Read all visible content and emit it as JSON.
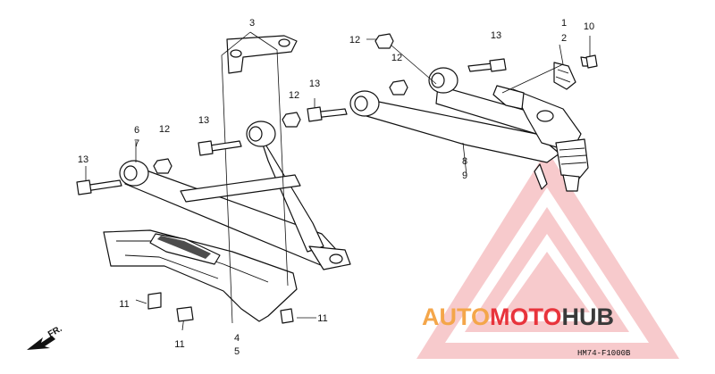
{
  "callouts": {
    "c1": "1",
    "c2": "2",
    "c3": "3",
    "c4": "4",
    "c5": "5",
    "c6": "6",
    "c7": "7",
    "c8": "8",
    "c9": "9",
    "c10": "10",
    "c11a": "11",
    "c11b": "11",
    "c11c": "11",
    "c12a": "12",
    "c12b": "12",
    "c12c": "12",
    "c12d": "12",
    "c13a": "13",
    "c13b": "13",
    "c13c": "13",
    "c13d": "13"
  },
  "front_marker": "FR.",
  "diagram_code": "HM74-F1000B",
  "watermark": {
    "part1": "AUTO",
    "part2": "MOTO",
    "part3": "HUB",
    "color_orange": "#f4a64a",
    "color_red": "#e8343c",
    "color_gray": "#3a3a3a"
  }
}
